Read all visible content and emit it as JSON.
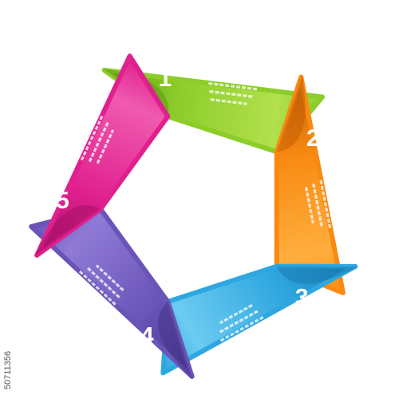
{
  "steps": [
    {
      "number": "1",
      "color_main": "#8ccd2a",
      "color_light": "#b3e04d",
      "color_dark": "#5e9a12"
    },
    {
      "number": "2",
      "color_main": "#f88a12",
      "color_light": "#ffae3e",
      "color_dark": "#c45f05"
    },
    {
      "number": "3",
      "color_main": "#2ea7e0",
      "color_light": "#6ccbf1",
      "color_dark": "#1a7cb2"
    },
    {
      "number": "4",
      "color_main": "#6a54b8",
      "color_light": "#8f7ad6",
      "color_dark": "#453588"
    },
    {
      "number": "5",
      "color_main": "#e0208e",
      "color_light": "#f05ab0",
      "color_dark": "#a81068"
    }
  ],
  "watermark": {
    "text": "50711356"
  }
}
